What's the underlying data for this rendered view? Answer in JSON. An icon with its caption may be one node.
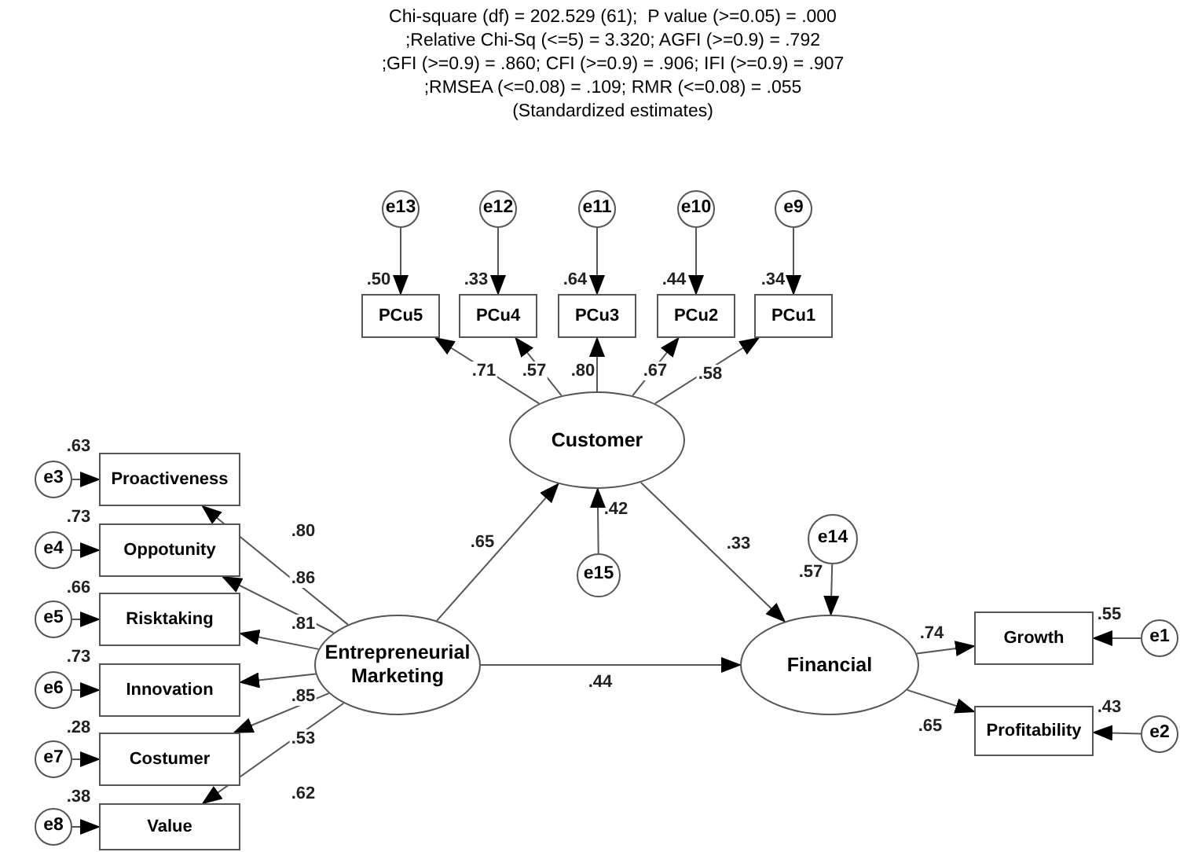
{
  "diagram": {
    "nodes": [
      {
        "text": [
          "e13"
        ]
      },
      {
        "text": [
          "e12"
        ]
      },
      {
        "text": [
          "e11"
        ]
      },
      {
        "text": [
          "e10"
        ]
      },
      {
        "text": [
          "e9"
        ]
      },
      {
        "text": [
          "PCu5"
        ],
        "beside": [
          ".50"
        ]
      },
      {
        "text": [
          "PCu4"
        ],
        "beside": [
          ".33"
        ]
      },
      {
        "text": [
          "PCu3"
        ],
        "beside": [
          ".64"
        ]
      },
      {
        "text": [
          "PCu2"
        ],
        "beside": [
          ".44"
        ]
      },
      {
        "text": [
          "PCu1"
        ],
        "beside": [
          ".34"
        ]
      },
      {
        "text": [
          "Customer"
        ],
        "beside": [
          ".42"
        ]
      },
      {
        "text": [
          "e15"
        ]
      },
      {
        "text": [
          "e14"
        ],
        "beside": [
          ".57"
        ]
      },
      {
        "text": [
          "e3"
        ]
      },
      {
        "text": [
          "Proactiveness"
        ],
        "beside": [
          ".63"
        ]
      },
      {
        "text": [
          "e4"
        ]
      },
      {
        "text": [
          "Oppotunity"
        ],
        "beside": [
          ".73"
        ]
      },
      {
        "text": [
          "e5"
        ]
      },
      {
        "text": [
          "Risktaking"
        ],
        "beside": [
          ".66"
        ]
      },
      {
        "text": [
          "e6"
        ]
      },
      {
        "text": [
          "Innovation"
        ],
        "beside": [
          ".73"
        ]
      },
      {
        "text": [
          "e7"
        ]
      },
      {
        "text": [
          "Costumer"
        ],
        "beside": [
          ".28"
        ]
      },
      {
        "text": [
          "e8"
        ]
      },
      {
        "text": [
          "Value"
        ],
        "beside": [
          ".38"
        ]
      },
      {
        "text": [
          "Entrepreneurial Marketing"
        ]
      },
      {
        "text": [
          "Financial"
        ]
      },
      {
        "text": [
          "Growth"
        ],
        "beside": [
          ".55"
        ]
      },
      {
        "text": [
          "e1"
        ]
      },
      {
        "text": [
          "Profitability"
        ],
        "beside": [
          ".43"
        ]
      },
      {
        "text": [
          "e2"
        ]
      }
    ],
    "edges": [
      {
        "from": 0,
        "to": 5,
        "arrow": "to"
      },
      {
        "from": 1,
        "to": 6,
        "arrow": "to"
      },
      {
        "from": 2,
        "to": 7,
        "arrow": "to"
      },
      {
        "from": 3,
        "to": 8,
        "arrow": "to"
      },
      {
        "from": 4,
        "to": 9,
        "arrow": "to"
      },
      {
        "from": 10,
        "to": 5,
        "arrow": "to",
        "label": ".71"
      },
      {
        "from": 10,
        "to": 6,
        "arrow": "to",
        "label": ".57"
      },
      {
        "from": 10,
        "to": 7,
        "arrow": "to",
        "label": ".80"
      },
      {
        "from": 10,
        "to": 8,
        "arrow": "to",
        "label": ".67"
      },
      {
        "from": 10,
        "to": 9,
        "arrow": "to",
        "label": ".58"
      },
      {
        "from": 11,
        "to": 10,
        "arrow": "to"
      },
      {
        "from": 12,
        "to": 26,
        "arrow": "to"
      },
      {
        "from": 13,
        "to": 14,
        "arrow": "to"
      },
      {
        "from": 15,
        "to": 16,
        "arrow": "to"
      },
      {
        "from": 17,
        "to": 18,
        "arrow": "to"
      },
      {
        "from": 19,
        "to": 20,
        "arrow": "to"
      },
      {
        "from": 21,
        "to": 22,
        "arrow": "to"
      },
      {
        "from": 23,
        "to": 24,
        "arrow": "to"
      },
      {
        "from": 25,
        "to": 14,
        "arrow": "to",
        "label": ".80"
      },
      {
        "from": 25,
        "to": 16,
        "arrow": "to",
        "label": ".86"
      },
      {
        "from": 25,
        "to": 18,
        "arrow": "to",
        "label": ".81"
      },
      {
        "from": 25,
        "to": 20,
        "arrow": "to",
        "label": ".85"
      },
      {
        "from": 25,
        "to": 22,
        "arrow": "to",
        "label": ".53"
      },
      {
        "from": 25,
        "to": 24,
        "arrow": "to",
        "label": ".62"
      },
      {
        "from": 25,
        "to": 10,
        "arrow": "to",
        "label": ".65"
      },
      {
        "from": 10,
        "to": 26,
        "arrow": "to",
        "label": ".33"
      },
      {
        "from": 25,
        "to": 26,
        "arrow": "to",
        "label": ".44"
      },
      {
        "from": 26,
        "to": 27,
        "arrow": "to",
        "label": ".74"
      },
      {
        "from": 26,
        "to": 29,
        "arrow": "to",
        "label": ".65"
      },
      {
        "from": 28,
        "to": 27,
        "arrow": "to"
      },
      {
        "from": 30,
        "to": 29,
        "arrow": "to"
      }
    ],
    "labels": [
      "Chi-square (df) = 202.529 (61);  P value (>=0.05) = .000",
      ";Relative Chi-Sq (<=5) = 3.320; AGFI (>=0.9) = .792",
      ";GFI (>=0.9) = .860; CFI (>=0.9) = .906; IFI (>=0.9) = .907",
      ";RMSEA (<=0.08) = .109; RMR (<=0.08) = .055",
      "(Standardized estimates)"
    ]
  }
}
